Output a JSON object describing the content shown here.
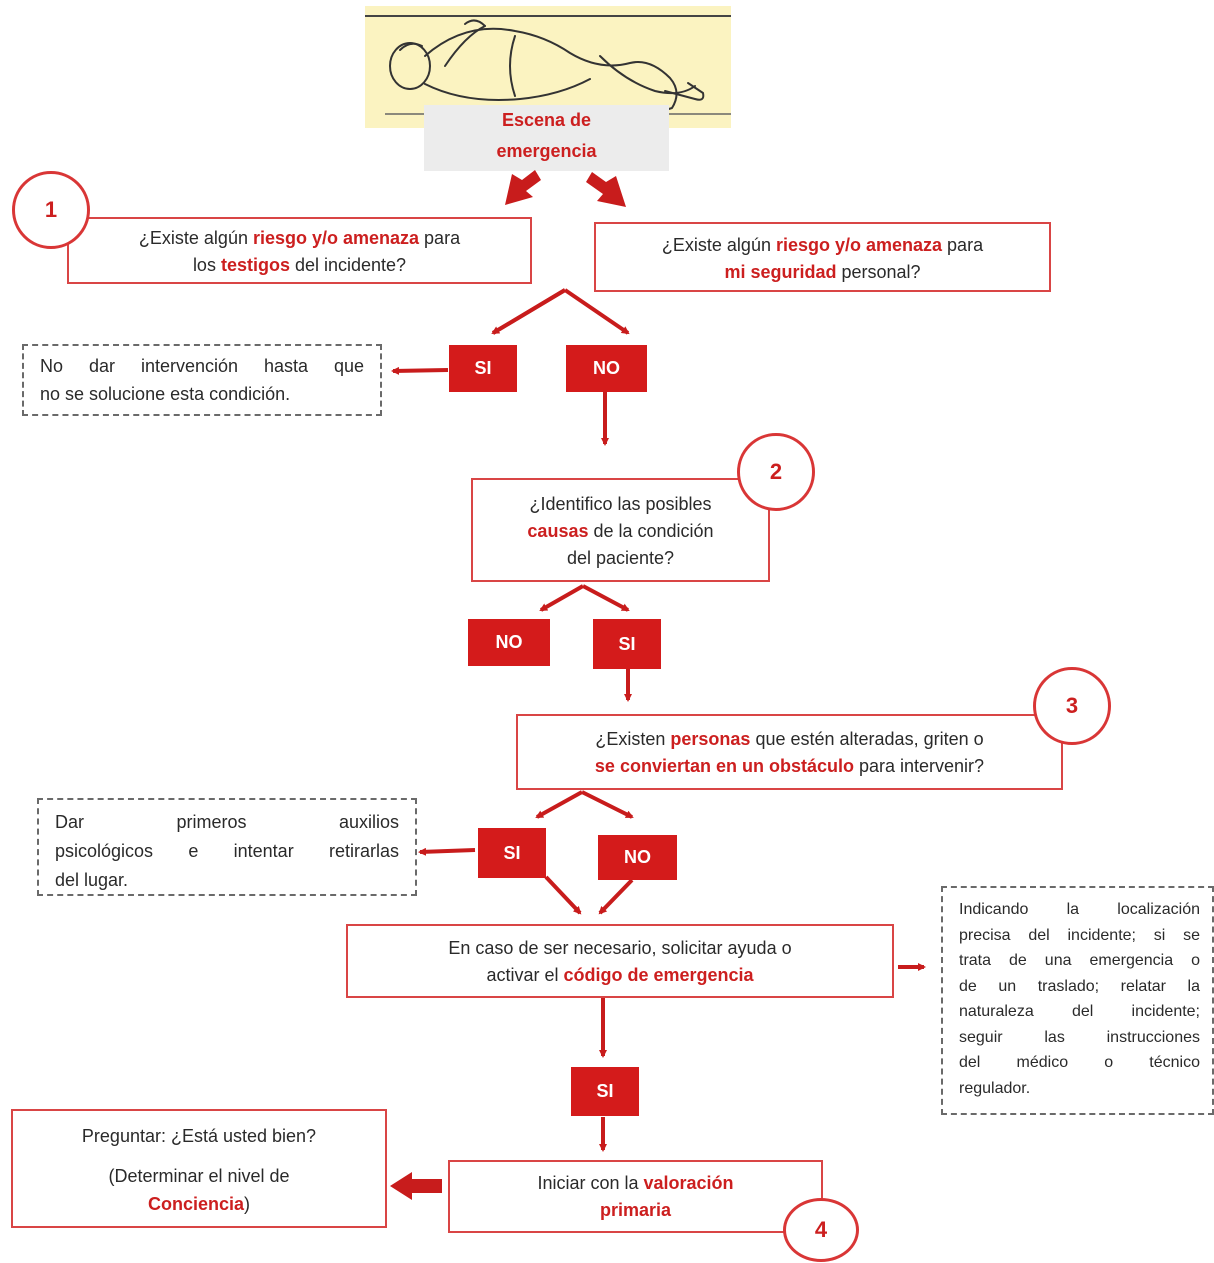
{
  "scene": {
    "line1": "Escena de",
    "line2": "emergencia",
    "illustration": "person-lying-on-ground-illustration"
  },
  "step_numbers": [
    "1",
    "2",
    "3",
    "4"
  ],
  "q1": {
    "pre": "¿Existe algún ",
    "hl1": "riesgo y/o amenaza",
    "mid": " para",
    "line2_pre": "los ",
    "hl2": "testigos",
    "post": " del incidente?"
  },
  "q2": {
    "pre": "¿Existe algún ",
    "hl1": "riesgo y/o amenaza",
    "mid": " para",
    "hl2": "mi seguridad",
    "post": " personal?"
  },
  "no_intervention": {
    "line1": "No dar intervención hasta que",
    "line2": "no se solucione esta condición."
  },
  "causes": {
    "line1": "¿Identifico las posibles",
    "hl": "causas",
    "line2_post": " de la condición",
    "line3": "del paciente?"
  },
  "persons": {
    "pre": "¿Existen ",
    "hl1": "personas",
    "mid": " que estén alteradas, griten o",
    "hl2": "se conviertan en un obstáculo",
    "post": " para intervenir?"
  },
  "first_aid": {
    "line1": "Dar primeros auxilios",
    "line2": "psicológicos e intentar retirarlas",
    "line3": "del lugar."
  },
  "help": {
    "line1": "En caso de ser necesario, solicitar ayuda o",
    "line2_pre": "activar el ",
    "hl": "código de emergencia"
  },
  "location_note": {
    "lines": [
      "Indicando la localización",
      "precisa del incidente; si se",
      "trata de una emergencia o",
      "de un traslado; relatar la",
      "naturaleza del incidente;",
      "seguir las instrucciones",
      "del médico o técnico",
      "regulador."
    ]
  },
  "ask": {
    "line1": "Preguntar: ¿Está usted bien?",
    "line2": "(Determinar el nivel de",
    "hl": "Conciencia",
    "close": ")"
  },
  "primary": {
    "pre": "Iniciar con la ",
    "hl1": "valoración",
    "hl2": "primaria"
  },
  "labels": {
    "si": "SI",
    "no": "NO"
  },
  "colors": {
    "accent": "#cc1f1f",
    "button": "#d41b1b",
    "box_border": "#d94545",
    "scene_bg": "#fbf3c1",
    "scene_label_bg": "#ececec"
  }
}
